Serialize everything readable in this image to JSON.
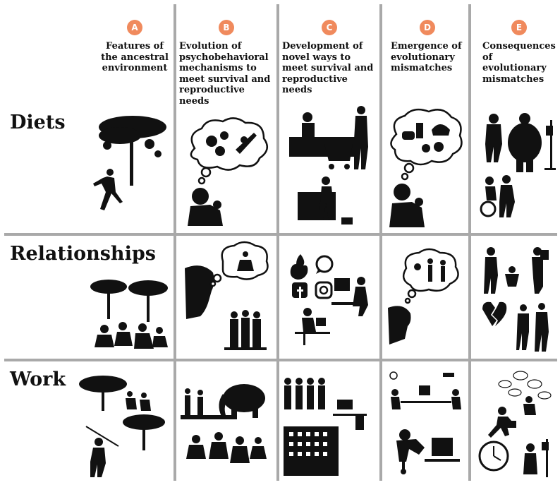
{
  "accent_color": "#f08a5d",
  "silhouette_color": "#111111",
  "columns": [
    {
      "badge": "A",
      "title": "Features of the ancestral environment"
    },
    {
      "badge": "B",
      "title": "Evolution of psychobehavioral mechanisms to meet survival and reproductive needs"
    },
    {
      "badge": "C",
      "title": "Development of novel ways to meet survival and reproductive needs"
    },
    {
      "badge": "D",
      "title": "Emergence of evolutionary mismatches"
    },
    {
      "badge": "E",
      "title": "Consequences of evolutionary mismatches"
    }
  ],
  "rows": [
    {
      "label": "Diets"
    },
    {
      "label": "Relationships"
    },
    {
      "label": "Work"
    }
  ],
  "icons": [
    "tree-icon",
    "runner-icon",
    "thinking-person-icon",
    "thought-cloud-icon",
    "fruit-icon",
    "shopping-cart-icon",
    "cashier-icon",
    "shopper-icon",
    "junk-food-icon",
    "obese-person-icon",
    "iv-drip-icon",
    "wheelchair-icon",
    "campfire-group-icon",
    "tinder-icon",
    "whatsapp-icon",
    "facebook-icon",
    "instagram-icon",
    "computer-user-icon",
    "family-icon",
    "broken-heart-icon",
    "hunter-icon",
    "mammoth-icon",
    "office-building-icon",
    "office-workers-icon",
    "desk-icon",
    "clock-icon",
    "stressed-worker-icon",
    "speech-bubble-icon"
  ]
}
